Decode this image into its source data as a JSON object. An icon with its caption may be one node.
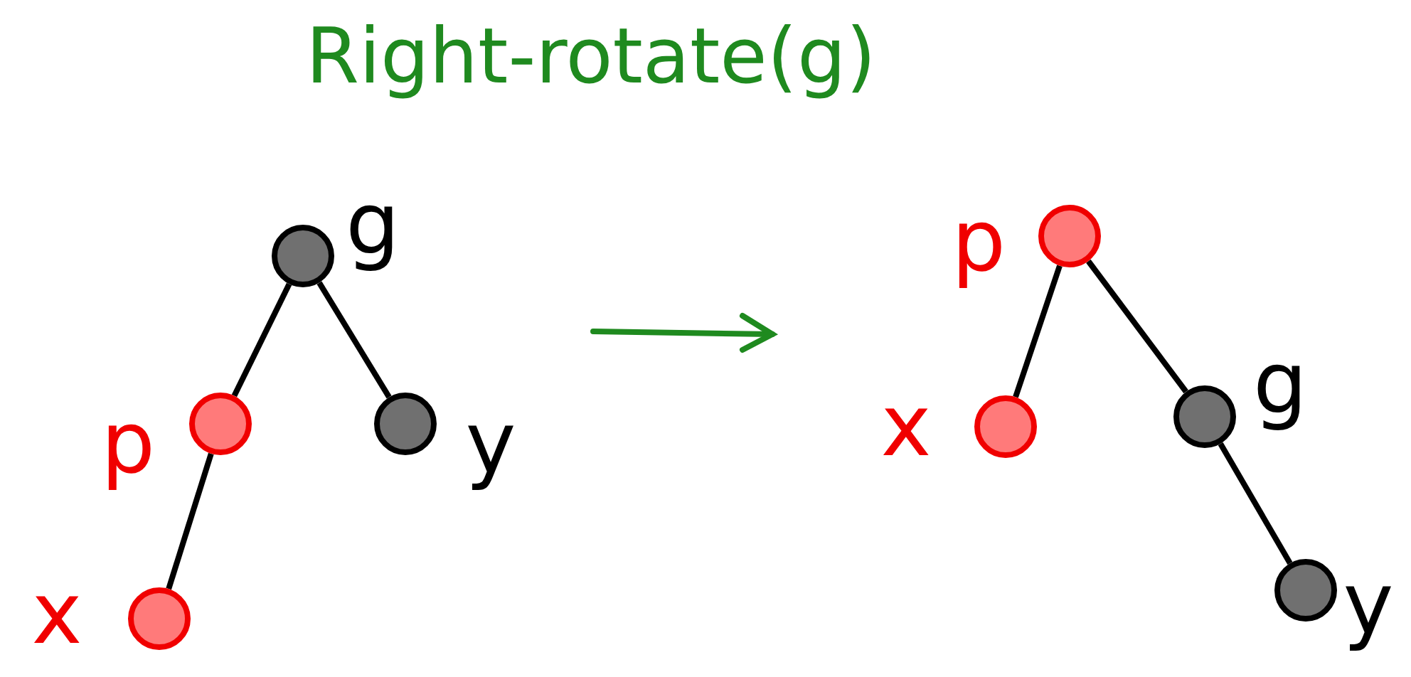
{
  "diagram": {
    "title": "Right-rotate(g)",
    "nodes": [
      {
        "text": [],
        "shape": "circle",
        "beside": [
          "g"
        ]
      },
      {
        "text": [],
        "shape": "circle",
        "beside": [
          "p"
        ]
      },
      {
        "text": [],
        "shape": "circle",
        "beside": [
          "y"
        ]
      },
      {
        "text": [],
        "shape": "circle",
        "beside": [
          "x"
        ]
      },
      {
        "text": [],
        "shape": "circle",
        "beside": [
          "p"
        ]
      },
      {
        "text": [],
        "shape": "circle",
        "beside": [
          "x"
        ]
      },
      {
        "text": [],
        "shape": "circle",
        "beside": [
          "g"
        ]
      },
      {
        "text": [],
        "shape": "circle",
        "beside": [
          "y"
        ]
      }
    ],
    "edges": [
      {
        "from": 0,
        "to": 1,
        "arrow": "none"
      },
      {
        "from": 0,
        "to": 2,
        "arrow": "none"
      },
      {
        "from": 1,
        "to": 3,
        "arrow": "none"
      },
      {
        "from": 4,
        "to": 5,
        "arrow": "none"
      },
      {
        "from": 4,
        "to": 6,
        "arrow": "none"
      },
      {
        "from": 6,
        "to": 7,
        "arrow": "none"
      }
    ]
  }
}
